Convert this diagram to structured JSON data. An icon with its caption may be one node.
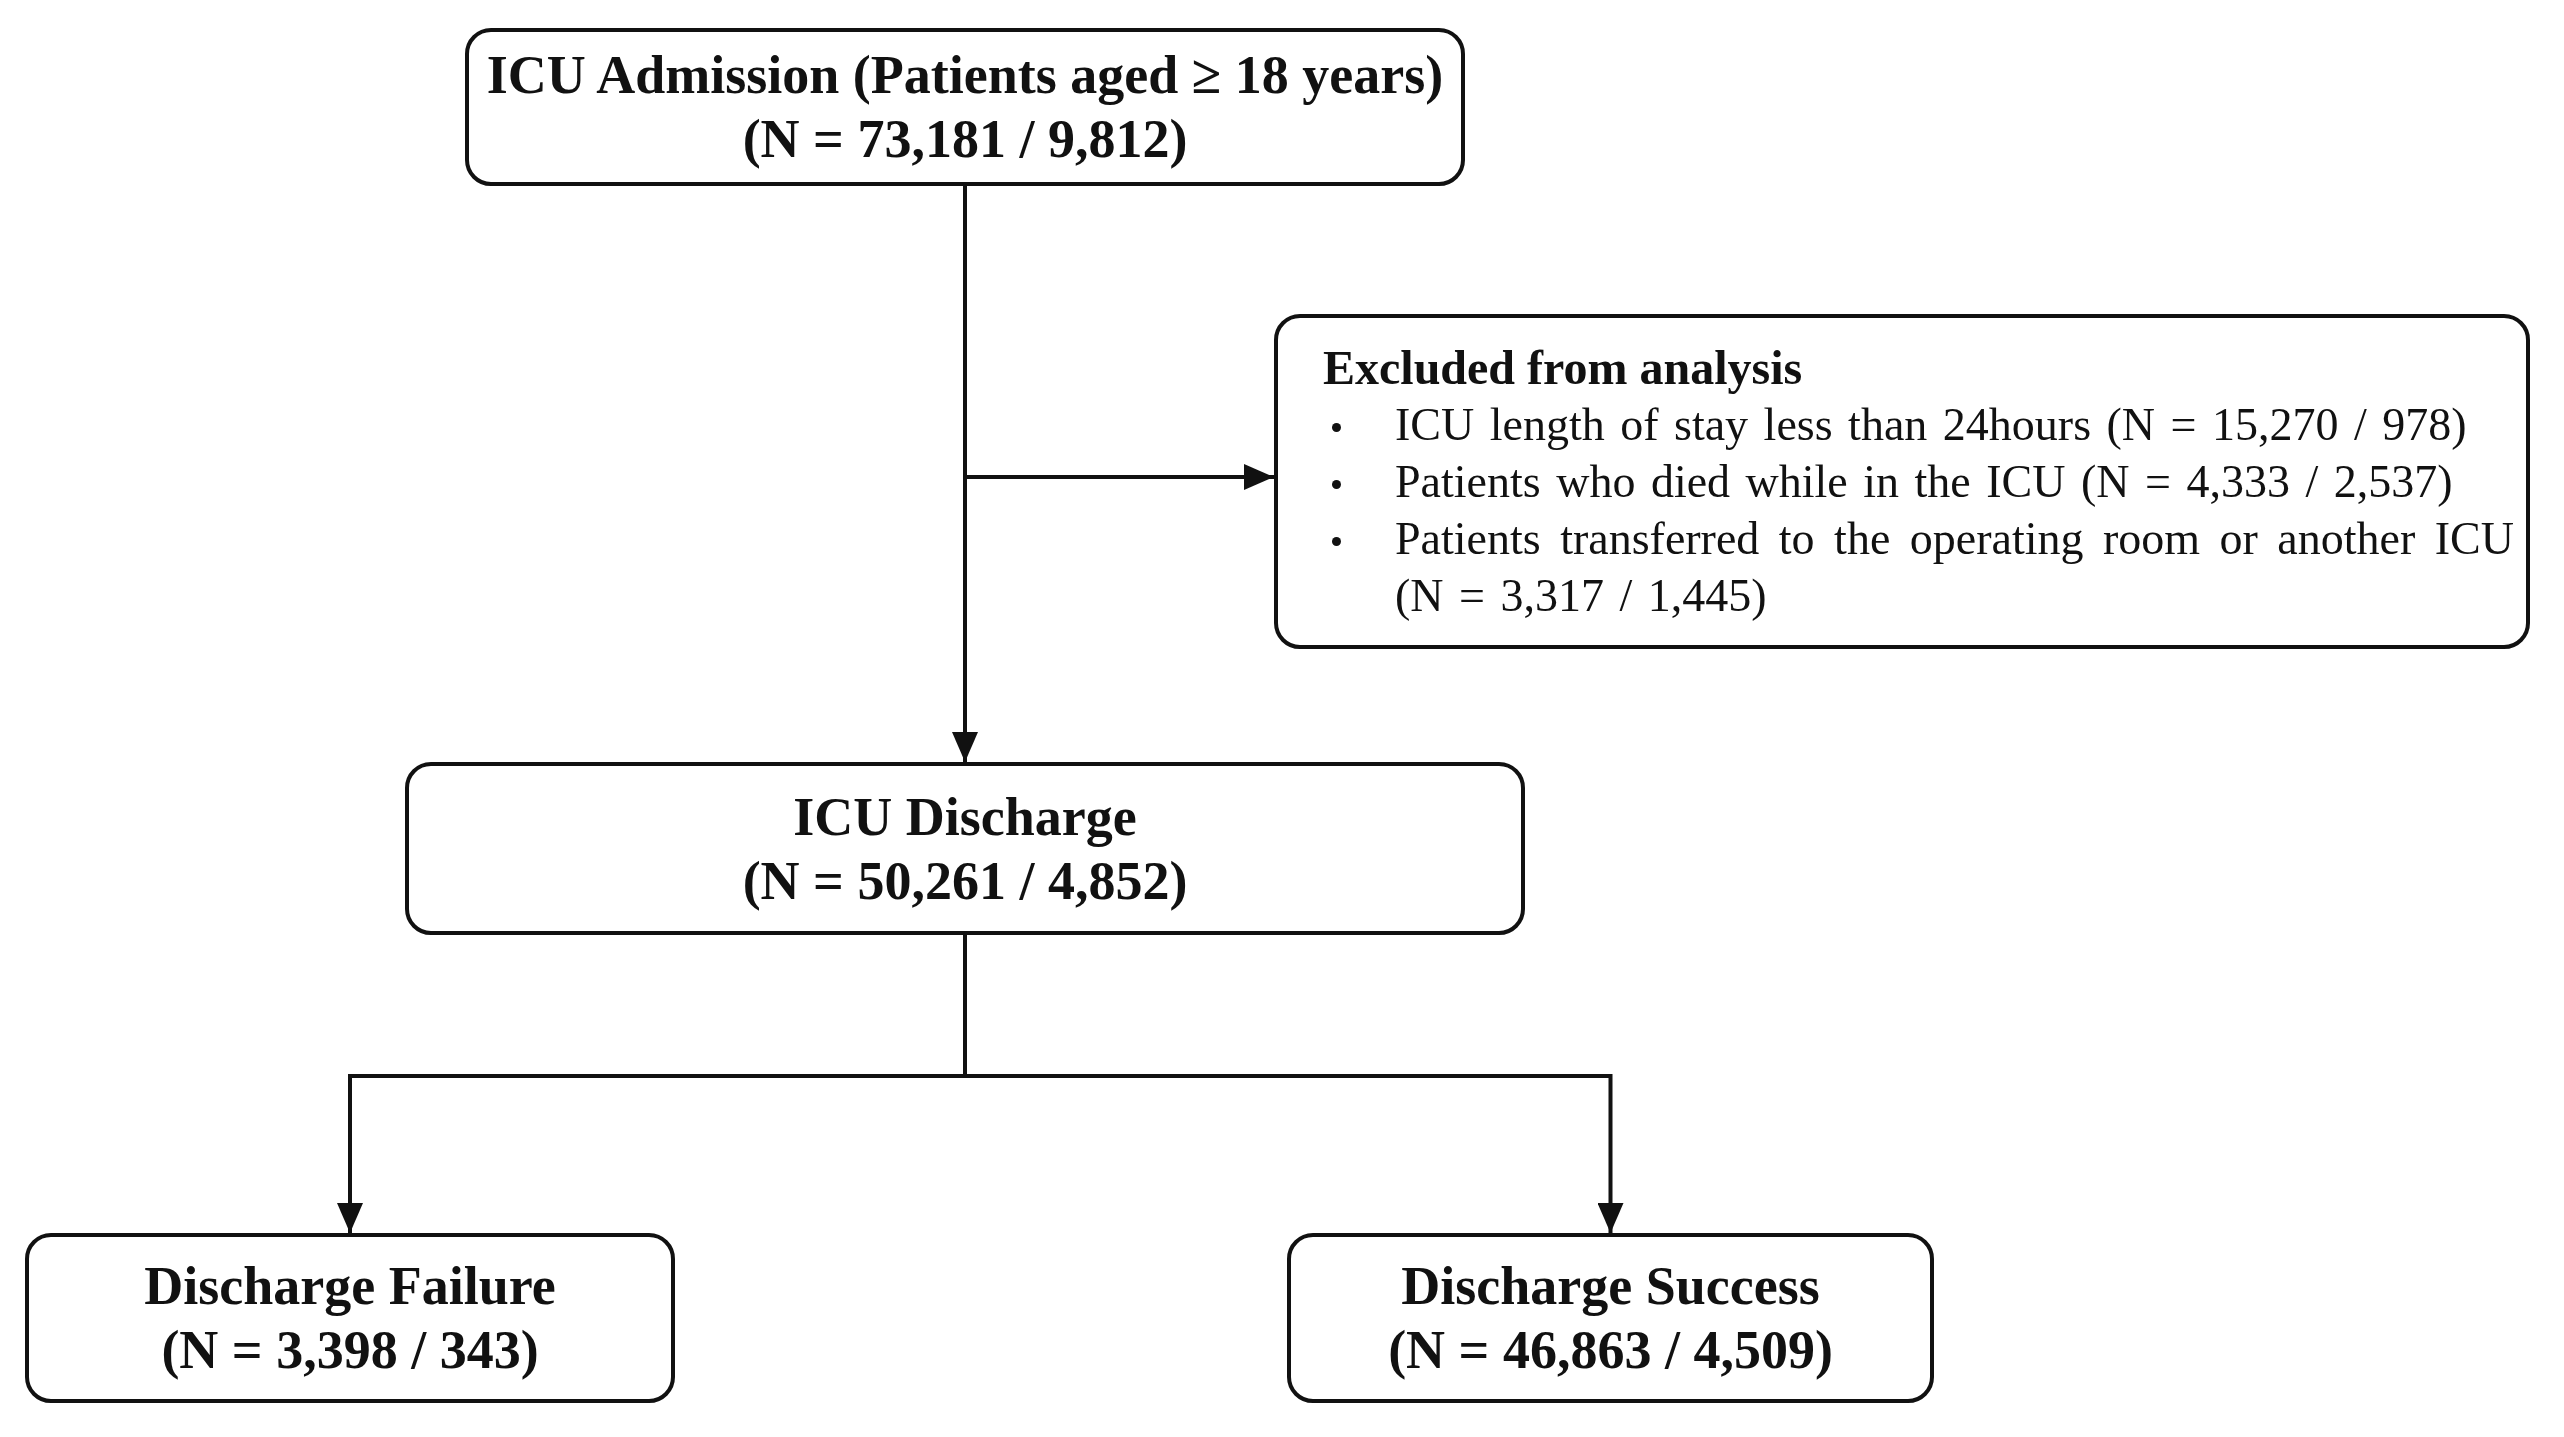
{
  "diagram": {
    "nodes": [
      {
        "text": [
          "ICU Admission (Patients aged ≥ 18 years)",
          "(N = 73,181 / 9,812)"
        ]
      },
      {
        "text": [
          "Excluded from analysis",
          "ICU length of stay less than 24hours (N = 15,270 / 978)",
          "Patients who died while in the ICU (N = 4,333 / 2,537)",
          "Patients transferred to the operating room or another ICU (N = 3,317 / 1,445)"
        ]
      },
      {
        "text": [
          "ICU Discharge",
          "(N = 50,261 / 4,852)"
        ]
      },
      {
        "text": [
          "Discharge Failure",
          "(N = 3,398 / 343)"
        ]
      },
      {
        "text": [
          "Discharge Success",
          "(N = 46,863 / 4,509)"
        ]
      }
    ],
    "edges": [
      {
        "from": 0,
        "to": 2,
        "arrow": "to"
      },
      {
        "from": 0,
        "to": 1,
        "arrow": "to"
      },
      {
        "from": 2,
        "to": 3,
        "arrow": "to"
      },
      {
        "from": 2,
        "to": 4,
        "arrow": "to"
      }
    ]
  }
}
